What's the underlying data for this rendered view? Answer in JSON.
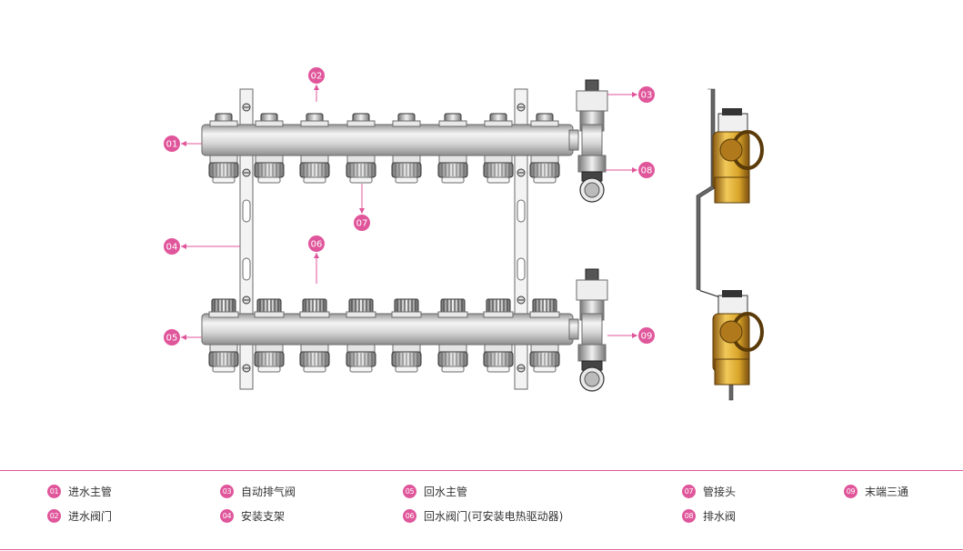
{
  "colors": {
    "accent": "#e0569b",
    "steel": "#c9c9c9",
    "brass": "#d9a52a"
  },
  "callouts": [
    {
      "num": "01"
    },
    {
      "num": "02"
    },
    {
      "num": "03"
    },
    {
      "num": "04"
    },
    {
      "num": "05"
    },
    {
      "num": "06"
    },
    {
      "num": "07"
    },
    {
      "num": "08"
    },
    {
      "num": "09"
    }
  ],
  "legend": [
    {
      "num": "01",
      "label": "进水主管"
    },
    {
      "num": "02",
      "label": "进水阀门"
    },
    {
      "num": "03",
      "label": "自动排气阀"
    },
    {
      "num": "04",
      "label": "安装支架"
    },
    {
      "num": "05",
      "label": "回水主管"
    },
    {
      "num": "06",
      "label": "回水阀门(可安装电热驱动器)"
    },
    {
      "num": "07",
      "label": "管接头"
    },
    {
      "num": "08",
      "label": "排水阀"
    },
    {
      "num": "09",
      "label": "末端三通"
    }
  ]
}
